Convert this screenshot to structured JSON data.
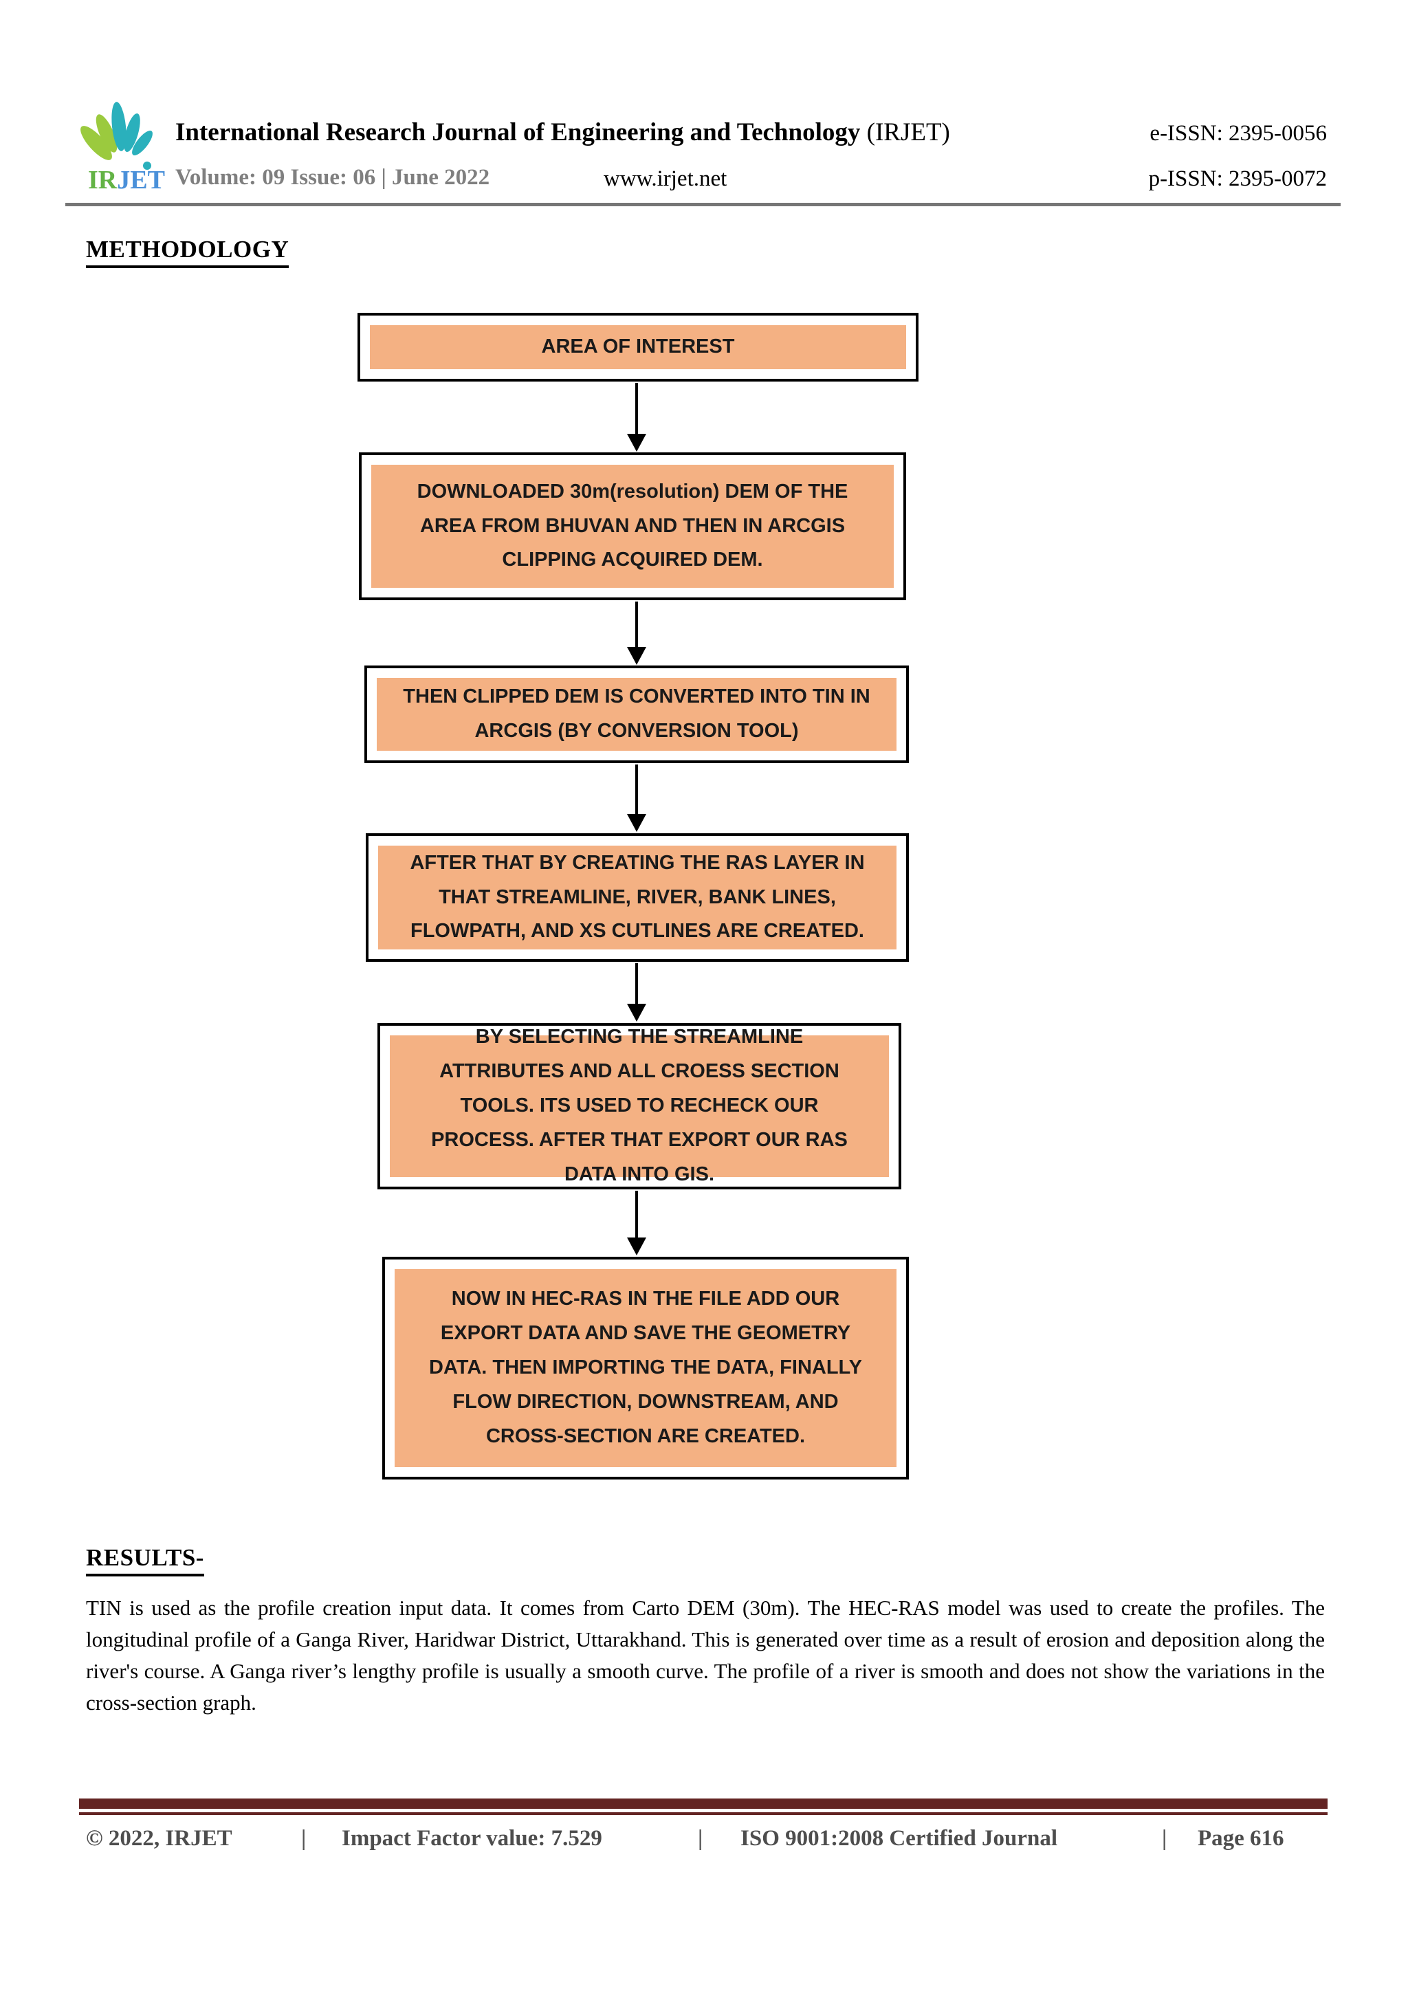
{
  "header": {
    "journal_title_bold": "International Research Journal of Engineering and Technology",
    "journal_title_suffix": " (IRJET)",
    "e_issn": "e-ISSN: 2395-0056",
    "volume_line": "Volume: 09 Issue: 06 | June 2022",
    "website": "www.irjet.net",
    "p_issn": "p-ISSN: 2395-0072",
    "logo": {
      "ir": "IR",
      "jet": "JET"
    }
  },
  "sections": {
    "methodology_heading": "METHODOLOGY",
    "results_heading": "RESULTS-",
    "results_paragraph": "TIN is used as the profile creation input data. It comes from Carto DEM (30m). The HEC-RAS model was used to create the profiles. The longitudinal profile of a Ganga River, Haridwar District, Uttarakhand. This is generated over time as a result of erosion and deposition along the river's course. A Ganga river’s lengthy profile is usually a smooth curve. The profile of a river is smooth and does not show the variations in the cross-section graph."
  },
  "flowchart": {
    "steps": [
      {
        "text": "AREA OF INTEREST"
      },
      {
        "text": "DOWNLOADED 30m(resolution) DEM OF THE AREA FROM BHUVAN AND THEN IN ARCGIS CLIPPING ACQUIRED DEM."
      },
      {
        "text": "THEN CLIPPED DEM IS CONVERTED INTO TIN IN ARCGIS (BY CONVERSION TOOL)"
      },
      {
        "text": "AFTER THAT BY CREATING THE RAS LAYER IN THAT STREAMLINE, RIVER, BANK LINES, FLOWPATH, AND XS CUTLINES ARE CREATED."
      },
      {
        "text": "BY SELECTING THE STREAMLINE ATTRIBUTES AND ALL CROESS SECTION TOOLS. ITS USED TO RECHECK OUR PROCESS. AFTER THAT EXPORT OUR RAS DATA INTO GIS."
      },
      {
        "text": "NOW IN HEC-RAS IN THE FILE ADD OUR EXPORT DATA AND SAVE THE GEOMETRY DATA. THEN IMPORTING THE DATA, FINALLY FLOW DIRECTION, DOWNSTREAM, AND CROSS-SECTION ARE CREATED."
      }
    ]
  },
  "footer": {
    "copyright": "© 2022, IRJET",
    "separator": "|",
    "impact_factor": "Impact Factor value: 7.529",
    "certification": "ISO 9001:2008 Certified Journal",
    "page": "Page 616"
  },
  "colors": {
    "flow_box_fill": "#F4B183",
    "flow_box_border": "#000000",
    "footer_bar": "#632423",
    "header_rule": "#767676",
    "volume_text": "#7F7F7F",
    "logo_leaf_green": "#9BCA3E",
    "logo_leaf_teal": "#2AB0BC",
    "logo_text_ir": "#63B345",
    "logo_text_jet": "#4A90D9"
  }
}
